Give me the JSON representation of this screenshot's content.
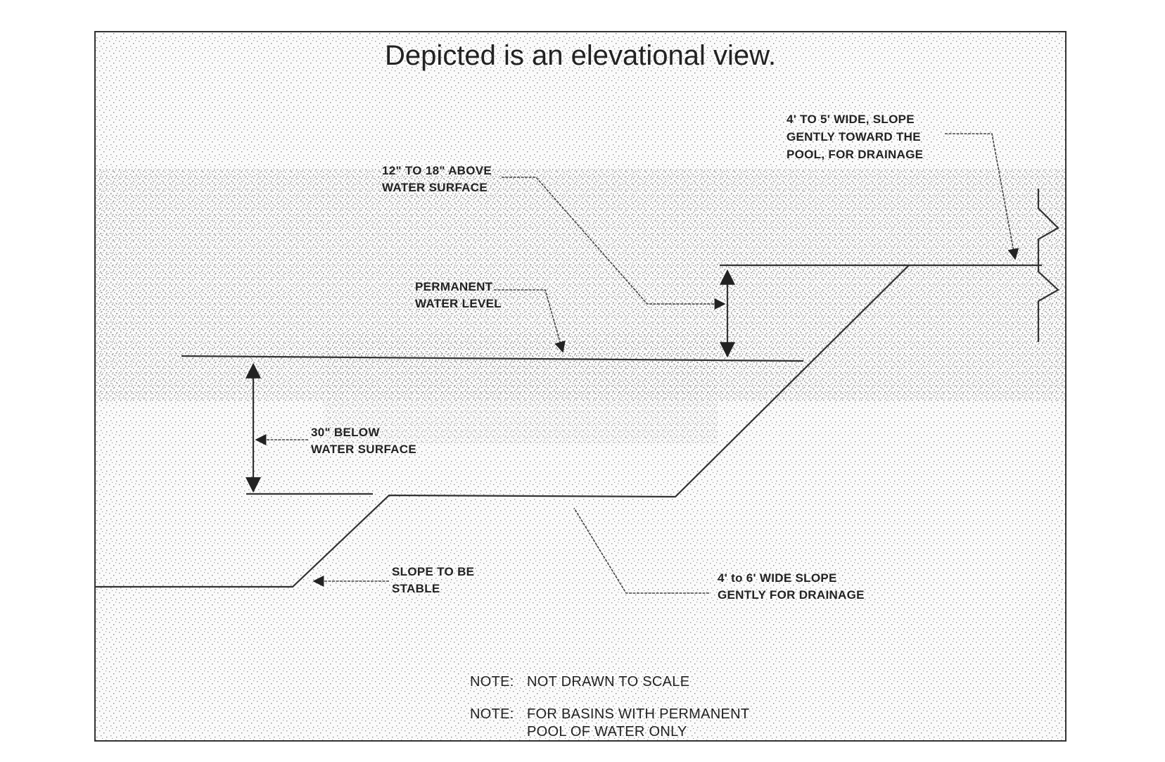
{
  "title": "Depicted is an elevational view.",
  "labels": {
    "bench_top_width": [
      "4' TO 5' WIDE, SLOPE",
      "GENTLY TOWARD THE",
      "POOL, FOR DRAINAGE"
    ],
    "above_water": [
      "12\" TO 18\" ABOVE",
      "WATER SURFACE"
    ],
    "permanent_water_level": [
      "PERMANENT",
      "WATER LEVEL"
    ],
    "below_water": [
      "30\" BELOW",
      "WATER SURFACE"
    ],
    "slope_stable": [
      "SLOPE TO BE",
      "STABLE"
    ],
    "bench_bottom_width": [
      "4' to 6' WIDE  SLOPE",
      "GENTLY FOR DRAINAGE"
    ]
  },
  "notes": {
    "note1_prefix": "NOTE:",
    "note1_text": "NOT DRAWN TO SCALE",
    "note2_prefix": "NOTE:",
    "note2_line1": "FOR BASINS WITH PERMANENT",
    "note2_line2": "POOL OF WATER ONLY"
  }
}
